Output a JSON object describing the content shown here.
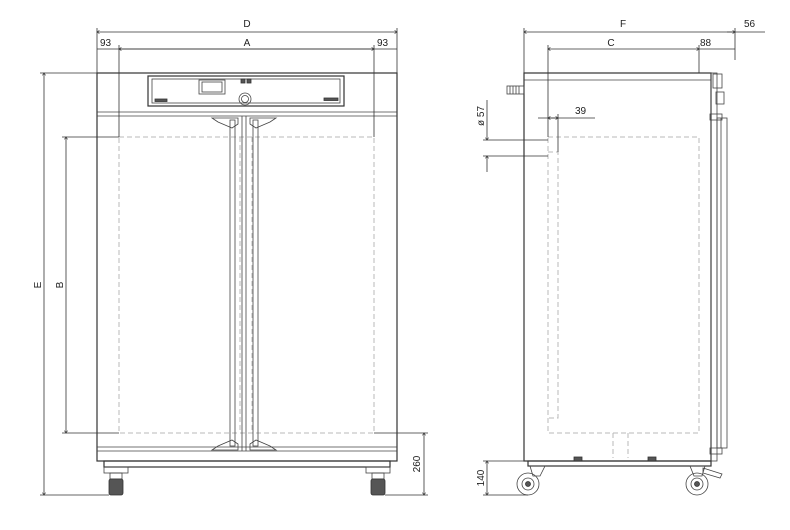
{
  "front_view": {
    "dim_D": "D",
    "dim_A": "A",
    "dim_left_margin": "93",
    "dim_right_margin": "93",
    "dim_E": "E",
    "dim_B": "B",
    "dim_260": "260"
  },
  "side_view": {
    "dim_F": "F",
    "dim_56": "56",
    "dim_C": "C",
    "dim_88": "88",
    "dim_diameter": "ø 57",
    "dim_39": "39",
    "dim_140": "140"
  }
}
